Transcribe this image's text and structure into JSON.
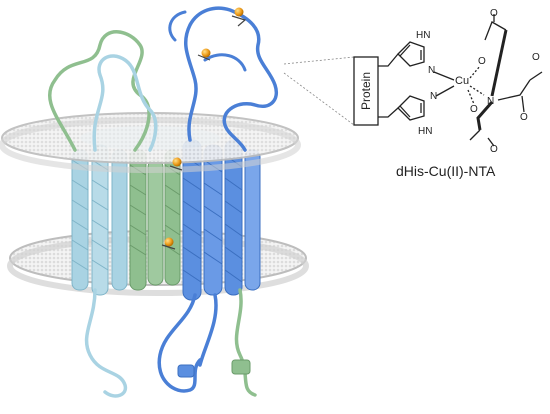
{
  "labels": {
    "protein": "Protein",
    "caption": "dHis-Cu(II)-NTA",
    "nh_top": "HN",
    "nh_bottom": "HN",
    "n_top": "N",
    "n_bottom": "N",
    "n_nta": "N",
    "cu": "Cu",
    "o1": "O",
    "o2": "O",
    "o3": "O",
    "o4": "O",
    "o5": "O",
    "o6": "O"
  },
  "colors": {
    "chain_light_blue": "#a9d3e3",
    "chain_blue": "#5b8fe0",
    "chain_green": "#8fbf8f",
    "membrane_edge": "#c8c8c8",
    "membrane_fill": "#ececec",
    "copper": "#f0a020"
  }
}
